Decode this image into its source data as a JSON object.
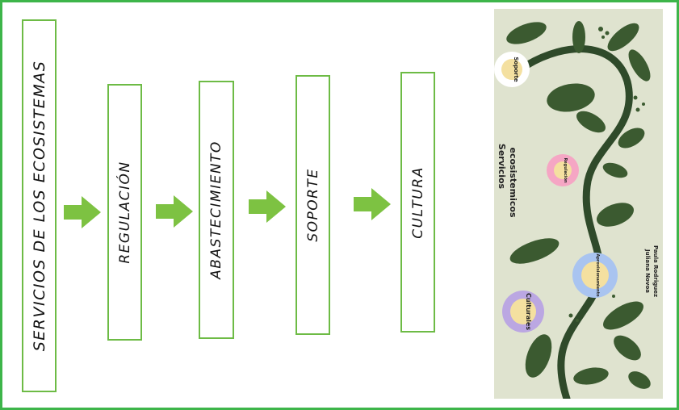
{
  "diagram": {
    "main_title": "SERVICIOS DE LOS ECOSISTEMAS",
    "steps": [
      {
        "label": "REGULACIÓN"
      },
      {
        "label": "ABASTECIMIENTO"
      },
      {
        "label": "SOPORTE"
      },
      {
        "label": "CULTURA"
      }
    ]
  },
  "panel": {
    "title_line1": "Servicios",
    "title_line2": "ecosistemicos",
    "nodes": {
      "soporte": "Soporte",
      "regulacion": "Regulación",
      "aprovisionamiento": "Aprovisionamiento",
      "culturales": "Culturales"
    },
    "author1": "Juliana Novoa",
    "author2": "Paula Rodriguez"
  },
  "colors": {
    "frame": "#3db54a",
    "box_border": "#6dbb45",
    "arrow": "#7dc242",
    "panel_bg": "#dfe3cf",
    "vine": "#2f4a2a",
    "leaf": "#3b5a30",
    "node_soporte": "#ffffff",
    "node_regulacion": "#f5a6c4",
    "node_aprovisionamiento": "#a9c4f0",
    "node_culturales": "#bba7e2",
    "node_center": "#f4e0a0"
  }
}
